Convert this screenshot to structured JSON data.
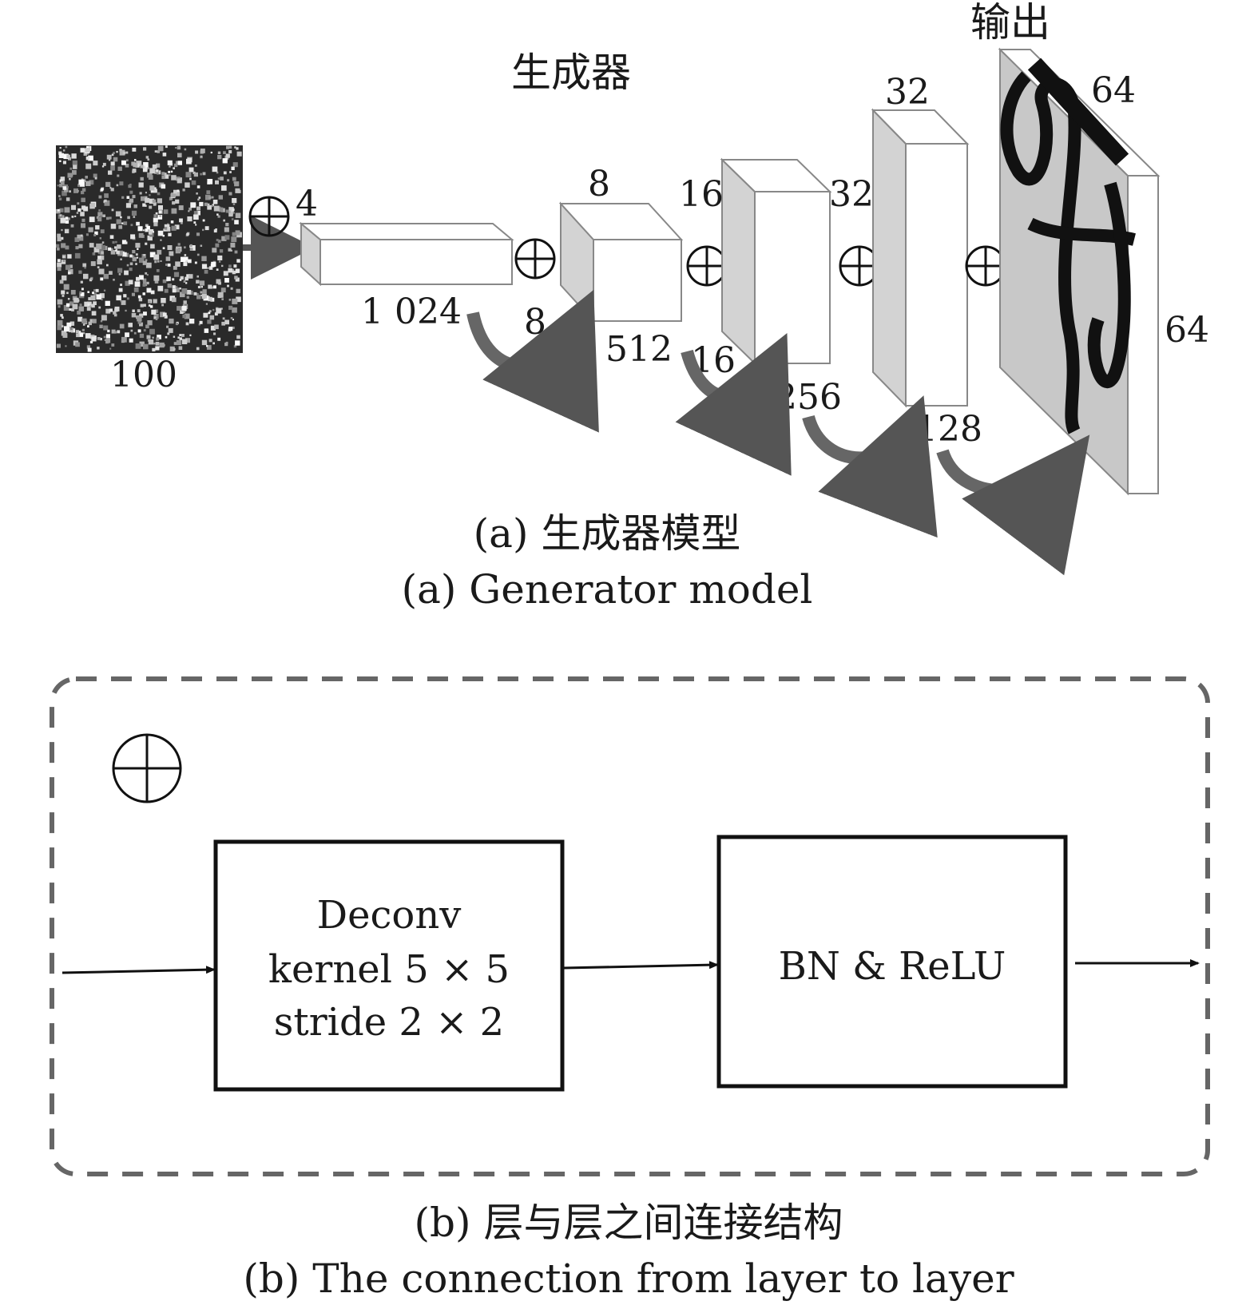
{
  "part_a": {
    "title": "生成器",
    "output_label": "输出",
    "input_label": "100",
    "dims": {
      "l1_depth": "4",
      "l1_width": "1 024",
      "l2_top": "8",
      "l2_left": "8",
      "l2_channels": "512",
      "l3_left_top": "16",
      "l3_left_bottom": "16",
      "l3_channels": "256",
      "l4_top": "32",
      "l4_left": "32",
      "l4_channels": "128",
      "out_top": "64",
      "out_right": "64"
    },
    "caption_cn": "(a) 生成器模型",
    "caption_en": "(a) Generator model"
  },
  "part_b": {
    "deconv_line1": "Deconv",
    "deconv_line2": "kernel 5 × 5",
    "deconv_line3": "stride 2 × 2",
    "bn_label": "BN & ReLU",
    "caption_cn": "(b) 层与层之间连接结构",
    "caption_en": "(b) The connection from layer to layer"
  }
}
